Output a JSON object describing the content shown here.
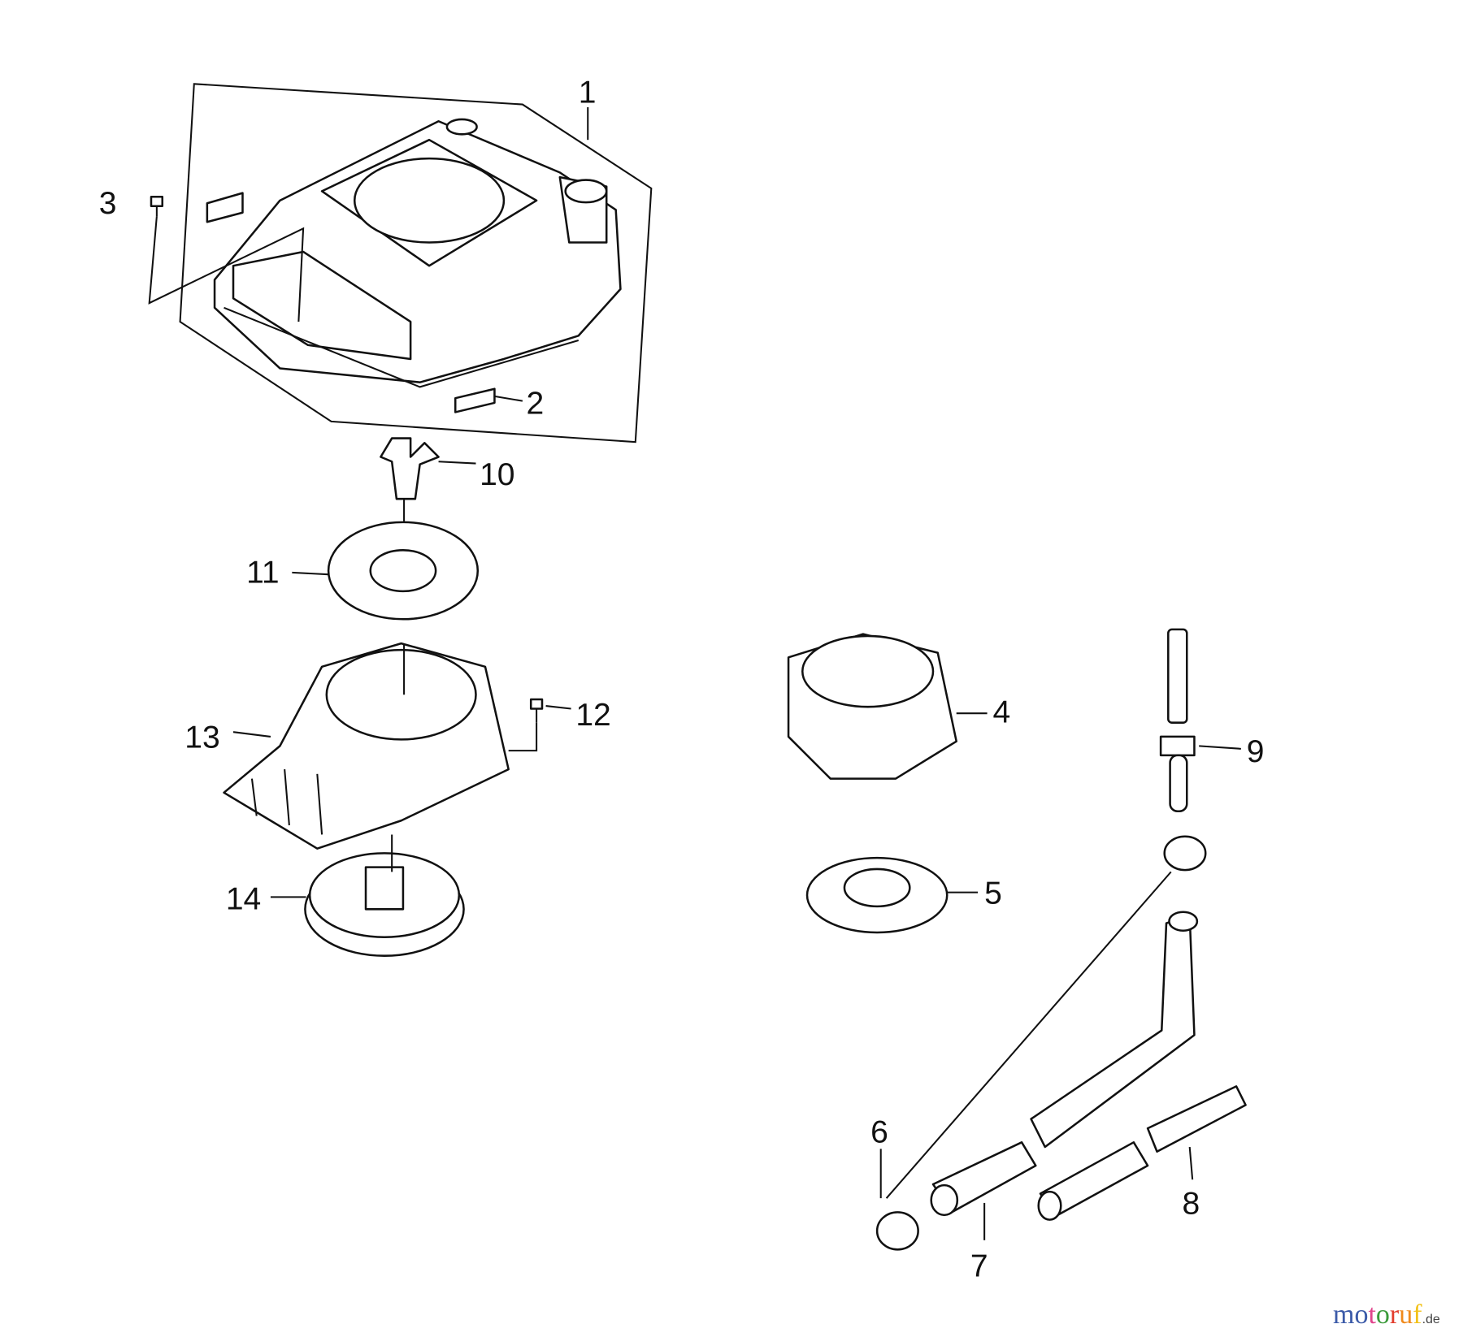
{
  "diagram": {
    "labels": {
      "p1": "1",
      "p2": "2",
      "p3": "3",
      "p4": "4",
      "p5": "5",
      "p6": "6",
      "p7": "7",
      "p8": "8",
      "p9": "9",
      "p10": "10",
      "p11": "11",
      "p12": "12",
      "p13": "13",
      "p14": "14"
    }
  },
  "watermark": {
    "letters": [
      "m",
      "o",
      "t",
      "o",
      "r",
      "u",
      "f"
    ],
    "colors": [
      "#3b5aa8",
      "#3b5aa8",
      "#e0458c",
      "#3a9a3a",
      "#e23b2b",
      "#f08a1c",
      "#f2c21a"
    ],
    "suffix": ".de"
  }
}
